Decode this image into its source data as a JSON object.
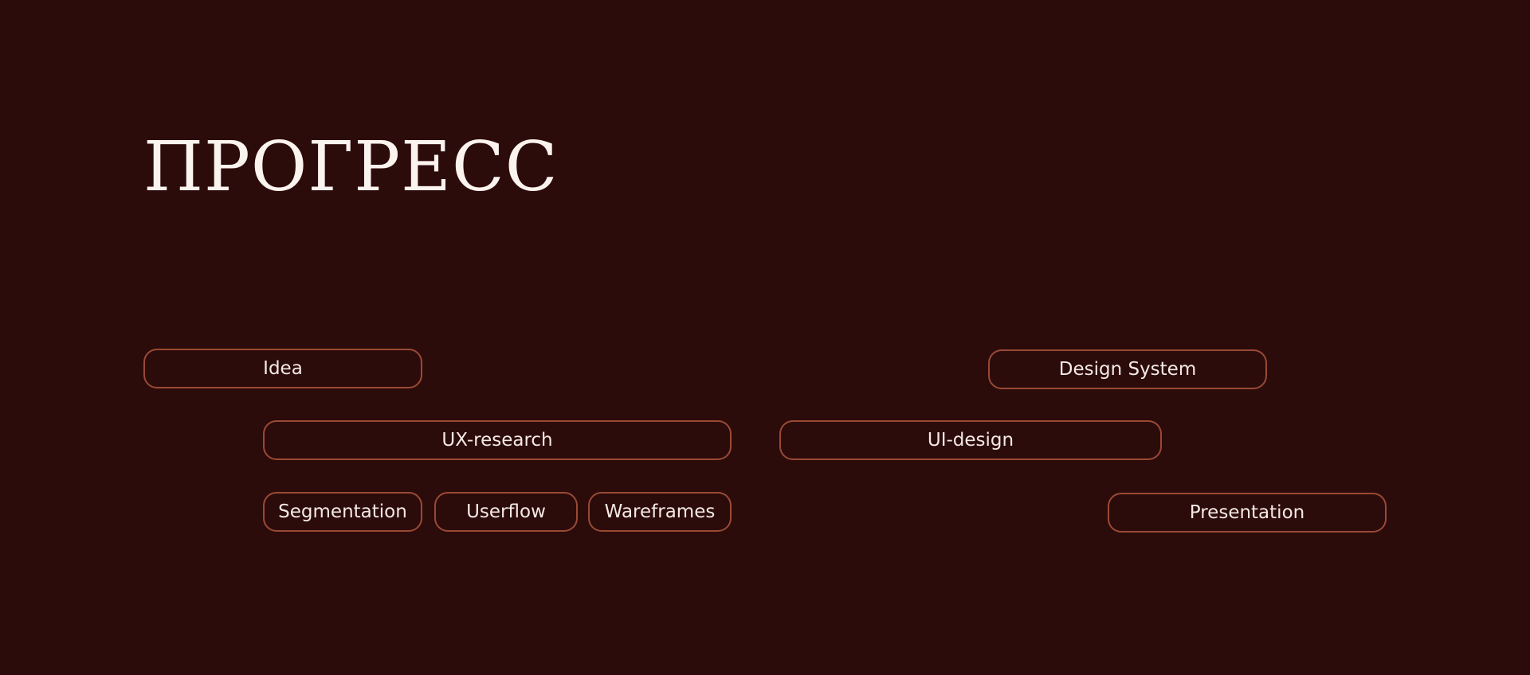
{
  "page": {
    "title": "ПРОГРЕСС"
  },
  "colors": {
    "background": "#2c0b0b",
    "border": "#9a4a34",
    "text": "#f3e9e3",
    "title": "#fbf3ee"
  },
  "steps": {
    "idea": "Idea",
    "ux_research": "UX-research",
    "segmentation": "Segmentation",
    "userflow": "Userflow",
    "wareframes": "Wareframes",
    "ui_design": "UI-design",
    "design_system": "Design System",
    "presentation": "Presentation"
  }
}
